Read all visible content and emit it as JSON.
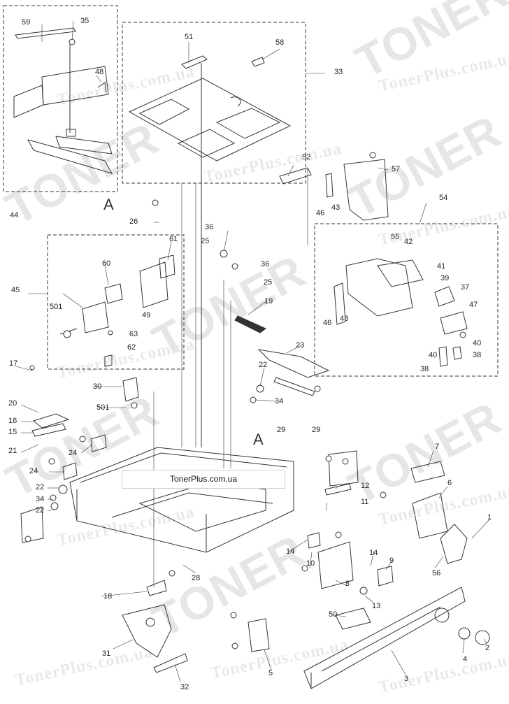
{
  "watermarks": {
    "big_text": "TONER",
    "small_text": "TonerPlus.com.ua",
    "color": "#e6e6e6"
  },
  "banner": {
    "text": "TonerPlus.com.ua"
  },
  "callout_letter": "A",
  "part_numbers": [
    "59",
    "35",
    "48",
    "44",
    "51",
    "58",
    "33",
    "52",
    "57",
    "46",
    "43",
    "54",
    "26",
    "61",
    "36",
    "25",
    "36",
    "25",
    "55",
    "42",
    "41",
    "39",
    "37",
    "47",
    "45",
    "60",
    "501",
    "49",
    "63",
    "62",
    "19",
    "23",
    "46",
    "43",
    "40",
    "40",
    "38",
    "38",
    "17",
    "22",
    "34",
    "30",
    "501",
    "20",
    "16",
    "15",
    "21",
    "24",
    "24",
    "29",
    "29",
    "7",
    "6",
    "12",
    "11",
    "22",
    "34",
    "22",
    "14",
    "10",
    "14",
    "9",
    "1",
    "28",
    "18",
    "8",
    "13",
    "56",
    "50",
    "31",
    "5",
    "4",
    "2",
    "3",
    "32"
  ],
  "colors": {
    "line": "#333333",
    "dash": "#222222"
  }
}
